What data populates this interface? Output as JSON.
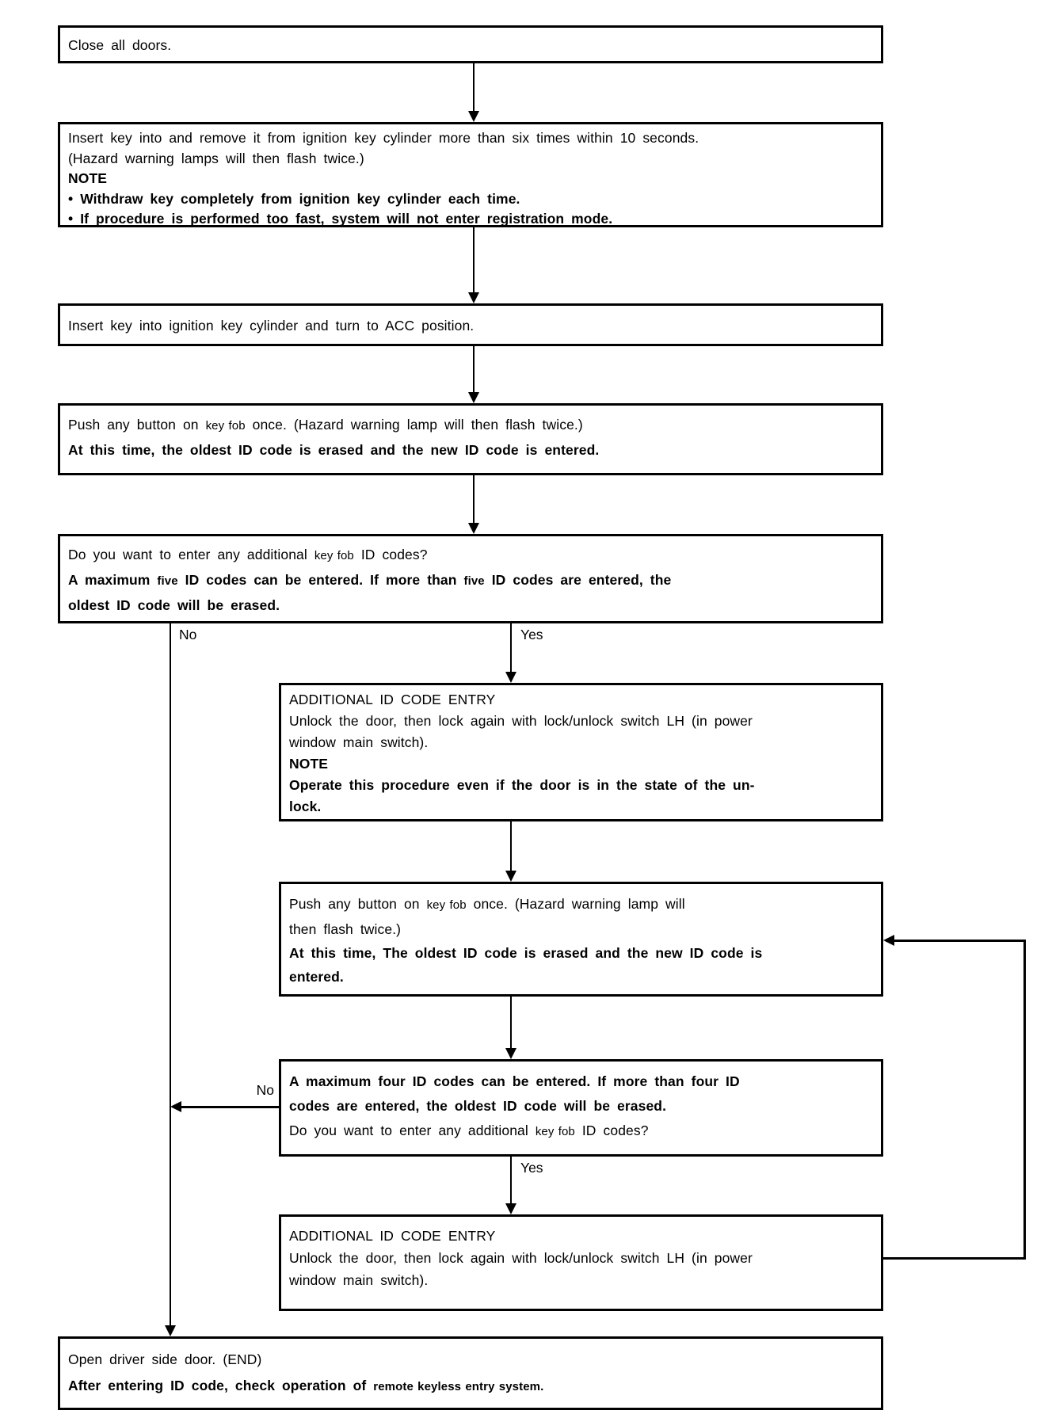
{
  "colors": {
    "ink": "#000000",
    "paper": "#ffffff"
  },
  "labels": {
    "no1": "No",
    "yes1": "Yes",
    "no2": "No",
    "yes2": "Yes"
  },
  "boxes": {
    "close_doors": {
      "l1": "Close all doors."
    },
    "insert_remove_key": {
      "l1": "Insert key into and remove it from ignition key cylinder more than six times within 10 seconds.",
      "l2": "(Hazard warning lamps will then flash twice.)",
      "note": "NOTE",
      "b1": "• Withdraw key completely from ignition key cylinder each time.",
      "b2": "• If procedure is performed too fast, system will not enter registration mode."
    },
    "turn_acc": {
      "l1": "Insert key into ignition key cylinder and turn to ACC position."
    },
    "push_button_first": {
      "l1a": "Push any button on",
      "l1b": "key fob",
      "l1c": "once. (Hazard warning lamp will then flash twice.)",
      "l2": "At this time, the oldest ID code is erased and the new ID code is entered."
    },
    "decision_five": {
      "l1a": "Do you want to enter any additional",
      "l1b": "key fob",
      "l1c": "ID codes?",
      "l2a": "A maximum",
      "l2b": "five",
      "l2c": "ID codes can be entered. If more than",
      "l2d": "five",
      "l2e": "ID codes are entered, the",
      "l3": "oldest ID code will be erased."
    },
    "additional_entry_1": {
      "l1": "ADDITIONAL ID CODE ENTRY",
      "l2": "Unlock the door, then lock again with lock/unlock switch LH (in power",
      "l3": "window main switch).",
      "note": "NOTE",
      "b1": "Operate this procedure even if the door is in the state of the un-",
      "b2": "lock."
    },
    "push_button_loop": {
      "l1a": "Push any button on",
      "l1b": "key fob",
      "l1c": "once. (Hazard warning lamp will",
      "l2": "then flash twice.)",
      "l3": "At this time, The oldest ID code is erased and the new ID code is",
      "l4": "entered."
    },
    "decision_four": {
      "l1": "A maximum four ID codes can be entered. If more than four ID",
      "l2": "codes are entered, the oldest ID code will be erased.",
      "l3a": "Do you want to enter any additional",
      "l3b": "key fob",
      "l3c": "ID codes?"
    },
    "additional_entry_2": {
      "l1": "ADDITIONAL ID CODE ENTRY",
      "l2": "Unlock the door, then lock again with lock/unlock switch LH (in power",
      "l3": "window main switch)."
    },
    "open_door_end": {
      "l1": "Open driver side door. (END)",
      "l2a": "After entering ID code, check operation of",
      "l2b": "remote keyless entry system."
    }
  }
}
